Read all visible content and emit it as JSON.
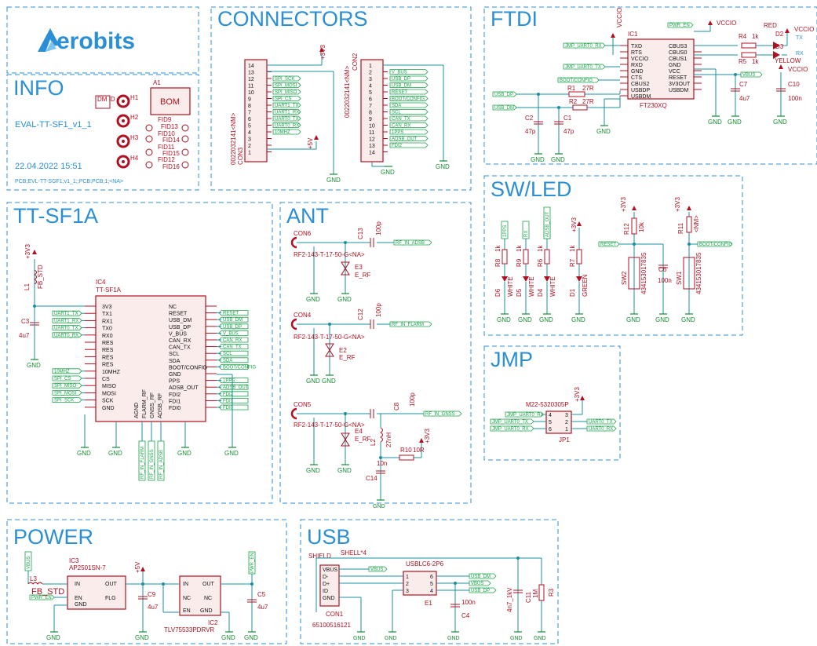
{
  "sections": {
    "info": "INFO",
    "connectors": "CONNECTORS",
    "ftdi": "FTDI",
    "ttsf1a": "TT-SF1A",
    "ant": "ANT",
    "swled": "SW/LED",
    "jmp": "JMP",
    "power": "POWER",
    "usb": "USB"
  },
  "logo": "erobits",
  "info": {
    "board_name": "EVAL-TT-SF1_v1_1",
    "date": "22.04.2022 15:51",
    "pcb": "PCB;EVL-TT-SGF1;v1_1;;PCB;PCB;1;<NA>",
    "bom": "BOM",
    "bom_ref": "A1",
    "dm_id": "DM ID",
    "holes": [
      "H1",
      "H2",
      "H3",
      "H4"
    ],
    "fids": [
      "FID9",
      "FID10",
      "FID11",
      "FID12",
      "FID13",
      "FID14",
      "FID15",
      "FID16"
    ]
  },
  "connectors": {
    "con3_name": "CON3",
    "con3_part": "0022032141<NM>",
    "con3_pins": [
      "14",
      "13",
      "12",
      "11",
      "10",
      "9",
      "8",
      "7",
      "6",
      "5",
      "4",
      "3",
      "2",
      "1"
    ],
    "con3_nets": [
      "GND",
      "SPI_SCK",
      "SPI_MOSI",
      "SPI_MISO",
      "SPI_CS",
      "UART1_TX",
      "UART1_RX",
      "UART0_TX",
      "UART0_RX",
      "10MHZ"
    ],
    "con2_name": "CON2",
    "con2_part": "0022032141<NM>",
    "con2_pins": [
      "1",
      "2",
      "3",
      "4",
      "5",
      "6",
      "7",
      "8",
      "9",
      "10",
      "11",
      "12",
      "13",
      "14"
    ],
    "con2_nets": [
      "V_BUS",
      "USB_DP",
      "USB_DM",
      "RESET",
      "BOOT/CONFIG",
      "SDA",
      "SCL",
      "CAN_TX",
      "CAN_RX",
      "1PPS",
      "ADSB_OUT",
      "FDI2"
    ],
    "v33": "+3V3",
    "v5": "+5V",
    "gnd": "GND"
  },
  "ftdi": {
    "ic": "IC1",
    "part": "FT230XQ",
    "left_pins": [
      "TXD",
      "RTS",
      "VCCIO",
      "RXD",
      "GND",
      "CTS",
      "CBUS2",
      "USBDP",
      "USBDM"
    ],
    "right_pins": [
      "CBUS3",
      "CBUS0",
      "CBUS1",
      "GND",
      "VCC",
      "RESET",
      "3V3OUT",
      "USBDM"
    ],
    "nets": [
      "JMP_UART0_RX",
      "JMP_UART0_TX",
      "BOOT/CONFIG",
      "USB_DP",
      "USB_DM",
      "PWR_EN",
      "VBUS"
    ],
    "r1": "R1",
    "r1_val": "27R",
    "r2": "R2",
    "r2_val": "27R",
    "c2": "C2",
    "c2_val": "47p",
    "c1": "C1",
    "c1_val": "47p",
    "r4": "R4",
    "r4_val": "1k",
    "r5": "R5",
    "r5_val": "1k",
    "d2": "D2",
    "d3": "D3",
    "red": "RED",
    "yellow": "YELLOW",
    "tx": "TX",
    "rx": "RX",
    "c7": "C7",
    "c7_val": "4u7",
    "c10": "C10",
    "c10_val": "100n",
    "vccio": "VCCIO"
  },
  "ttsf1a": {
    "ic": "IC4",
    "part": "TT-SF1A",
    "left_pins": [
      "3V3",
      "TX1",
      "RX1",
      "TX0",
      "RX0",
      "RES",
      "RES",
      "RES",
      "RES",
      "10MHZ",
      "CS",
      "MISO",
      "MOSI",
      "SCK",
      "GND"
    ],
    "right_pins": [
      "NC",
      "RESET",
      "USB_DM",
      "USB_DP",
      "V_BUS",
      "CAN_RX",
      "CAN_TX",
      "SCL",
      "SDA",
      "BOOT/CONFIG",
      "GND",
      "PPS",
      "ADSB_OUT",
      "FDI2",
      "FDI1",
      "FDI0"
    ],
    "bottom_pins": [
      "AGND",
      "FLARM_RF",
      "GNSS_RF",
      "ADSB_RF"
    ],
    "left_nets": [
      "UART1_TX",
      "UART1_RX",
      "UART0_TX",
      "UART0_RX",
      "10MHZ",
      "SPI_CS",
      "SPI_MISO",
      "SPI_MOSI",
      "SPI_SCK"
    ],
    "right_nets": [
      "RESET",
      "USB_DM",
      "USB_DP",
      "V_BUS",
      "CAN_RX",
      "CAN_TX",
      "SCL",
      "SDA",
      "BOOT/CONFIG",
      "1PPS",
      "ADSB_OUT",
      "FDI2",
      "FDI1",
      "FDI0"
    ],
    "rf_nets": [
      "RF_IN_FLARM",
      "RF_IN_GNSS",
      "RF_IN_ADSB"
    ],
    "l1": "L1",
    "l1_val": "FB_STD",
    "c3": "C3",
    "c3_val": "4u7"
  },
  "ant": {
    "con6": "CON6",
    "con4": "CON4",
    "con5": "CON5",
    "conn_part": "RF2-143-T-17-50-G<NA>",
    "c13": "C13",
    "c13_val": "100p",
    "c12": "C12",
    "c12_val": "100p",
    "c8": "C8",
    "c8_val": "100p",
    "e3": "E3",
    "e2": "E2",
    "e4": "E4",
    "erf": "E_RF",
    "l2": "L2",
    "l2_val": "27nH",
    "r10": "R10",
    "r10_val": "10R",
    "c14": "C14",
    "c14_val": "10n",
    "nets": [
      "RF_IN_ADSB",
      "RF_IN_FLARM",
      "RF_IN_GNSS"
    ]
  },
  "swled": {
    "nets": [
      "1PPS",
      "RX",
      "TX",
      "ADSB_OUT"
    ],
    "resistors": [
      "R8",
      "R9",
      "R6",
      "R7"
    ],
    "res_val": "1k",
    "leds": [
      "D6",
      "D5",
      "D4",
      "D1"
    ],
    "led_colors": [
      "WHITE",
      "WHITE",
      "WHITE",
      "GREEN"
    ],
    "r12": "R12",
    "r12_val": "10k",
    "r11": "R11",
    "r11_val": "<NM>",
    "sw2": "SW2",
    "sw1": "SW1",
    "sw_part": "434153017835",
    "c6": "C6",
    "c6_val": "100n",
    "reset": "RESET",
    "boot": "BOOT/CONFIG"
  },
  "jmp": {
    "part": "M22-5320305P",
    "ref": "JP1",
    "left_nets": [
      "JMP_UART0_TX",
      "JMP_UART0_RX"
    ],
    "right_nets": [
      "UART0_TX",
      "UART0_RX"
    ],
    "pins_left": [
      "4",
      "5",
      "6"
    ],
    "pins_right": [
      "3",
      "2",
      "1"
    ]
  },
  "power": {
    "ic3": "IC3",
    "ic3_part": "AP2501SN-7",
    "ic2": "IC2",
    "ic2_part": "TLV75533PDRVR",
    "l3": "L3",
    "l3_val": "FB_STD",
    "c9": "C9",
    "c9_val": "4u7",
    "c5": "C5",
    "c5_val": "4u7",
    "nets": [
      "VBUS",
      "PWR_EN"
    ],
    "ic3_pins": [
      "IN",
      "OUT",
      "EN",
      "FLG",
      "GND"
    ],
    "ic2_pins": [
      "IN",
      "OUT",
      "NC",
      "NC",
      "EN",
      "GND"
    ]
  },
  "usb": {
    "con": "CON1",
    "con_part": "65100516121",
    "shield": "SHIELD",
    "shield4": "SHELL*4",
    "pins": [
      "VBUS",
      "D-",
      "D+",
      "ID",
      "GND"
    ],
    "e1": "E1",
    "e1_part": "USBLC6-2P6",
    "c4": "C4",
    "c4_val": "100n",
    "c11": "C11",
    "c11_val": "4n7_1kV",
    "r3": "R3",
    "r3_val": "1M",
    "nets": [
      "VBUS",
      "USB_DM",
      "VBUS",
      "USB_DP"
    ]
  }
}
